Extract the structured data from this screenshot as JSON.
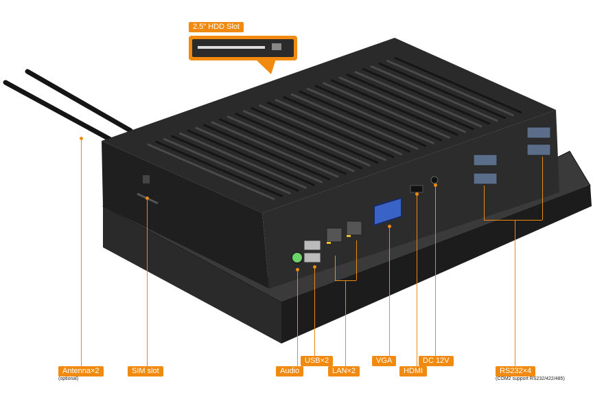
{
  "callouts": {
    "hdd": "2.5\" HDD Slot",
    "antenna": "Antenna×2",
    "antenna_note": "(optional)",
    "sim": "SIM slot",
    "audio": "Audio",
    "usb": "USB×2",
    "lan": "LAN×2",
    "vga": "VGA",
    "hdmi": "HDMI",
    "dc": "DC 12V",
    "rs232": "RS232×4",
    "rs232_note": "(COM2 support RS232/422/485)"
  },
  "colors": {
    "accent": "#f08a10",
    "chassis": "#1e1e1e",
    "panel": "#2a2a2a",
    "vga_port": "#3a63c8",
    "audio_jack": "#6ad36a"
  },
  "icons": [
    "antenna",
    "heatsink-fins",
    "sim-card",
    "audio-jack",
    "usb-ports",
    "lan-ports",
    "vga-port",
    "hdmi-port",
    "dc-jack",
    "serial-port"
  ]
}
